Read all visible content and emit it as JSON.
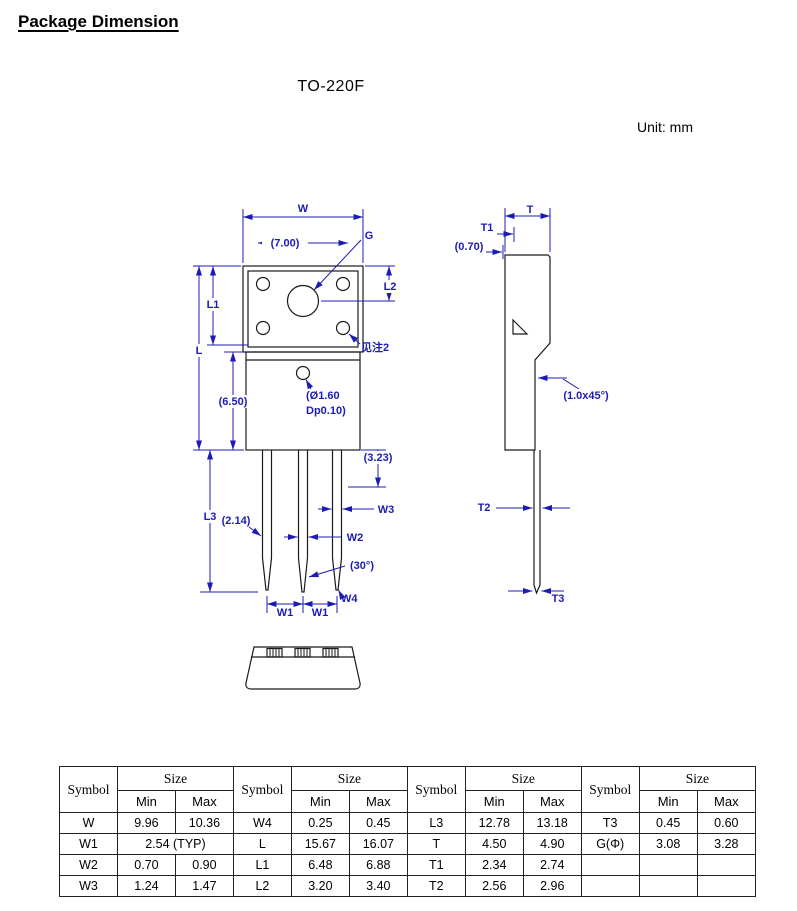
{
  "page": {
    "title": "Package Dimension",
    "package_type": "TO-220F",
    "unit_note": "Unit: mm"
  },
  "colors": {
    "dimension_blue": "#1c1cb4",
    "outline_black": "#1a1a1a"
  },
  "drawing": {
    "front": {
      "w": "W",
      "d700": "(7.00)",
      "g": "G",
      "l2": "L2",
      "l1": "L1",
      "l": "L",
      "note2": "见注2",
      "hole_line1": "(Ø1.60",
      "hole_line2": "Dp0.10)",
      "d650": "(6.50)",
      "d323": "(3.23)",
      "w3": "W3",
      "w2": "W2",
      "l3": "L3",
      "d214": "(2.14)",
      "a30": "(30°)",
      "w1a": "W1",
      "w1b": "W1",
      "w4": "W4"
    },
    "side": {
      "t": "T",
      "t1": "T1",
      "d070": "(0.70)",
      "chamfer": "(1.0x45°)",
      "t2": "T2",
      "t3": "T3"
    }
  },
  "table": {
    "symbol_header": "Symbol",
    "size_header": "Size",
    "min_header": "Min",
    "max_header": "Max",
    "rows": [
      [
        {
          "v": "W",
          "sym": true
        },
        {
          "v": "9.96"
        },
        {
          "v": "10.36"
        },
        {
          "v": "W4",
          "sym": true
        },
        {
          "v": "0.25"
        },
        {
          "v": "0.45"
        },
        {
          "v": "L3",
          "sym": true
        },
        {
          "v": "12.78"
        },
        {
          "v": "13.18"
        },
        {
          "v": "T3",
          "sym": true
        },
        {
          "v": "0.45"
        },
        {
          "v": "0.60"
        }
      ],
      [
        {
          "v": "W1",
          "sym": true
        },
        {
          "v": "2.54 (TYP)",
          "colspan": 2
        },
        {
          "v": "L",
          "sym": true
        },
        {
          "v": "15.67"
        },
        {
          "v": "16.07"
        },
        {
          "v": "T",
          "sym": true
        },
        {
          "v": "4.50"
        },
        {
          "v": "4.90"
        },
        {
          "v": "G(Φ)",
          "sym": true
        },
        {
          "v": "3.08"
        },
        {
          "v": "3.28"
        }
      ],
      [
        {
          "v": "W2",
          "sym": true
        },
        {
          "v": "0.70"
        },
        {
          "v": "0.90"
        },
        {
          "v": "L1",
          "sym": true
        },
        {
          "v": "6.48"
        },
        {
          "v": "6.88"
        },
        {
          "v": "T1",
          "sym": true
        },
        {
          "v": "2.34"
        },
        {
          "v": "2.74"
        },
        {
          "v": "",
          "sym": true
        },
        {
          "v": ""
        },
        {
          "v": ""
        }
      ],
      [
        {
          "v": "W3",
          "sym": true
        },
        {
          "v": "1.24"
        },
        {
          "v": "1.47"
        },
        {
          "v": "L2",
          "sym": true
        },
        {
          "v": "3.20"
        },
        {
          "v": "3.40"
        },
        {
          "v": "T2",
          "sym": true
        },
        {
          "v": "2.56"
        },
        {
          "v": "2.96"
        },
        {
          "v": "",
          "sym": true
        },
        {
          "v": ""
        },
        {
          "v": ""
        }
      ]
    ]
  }
}
